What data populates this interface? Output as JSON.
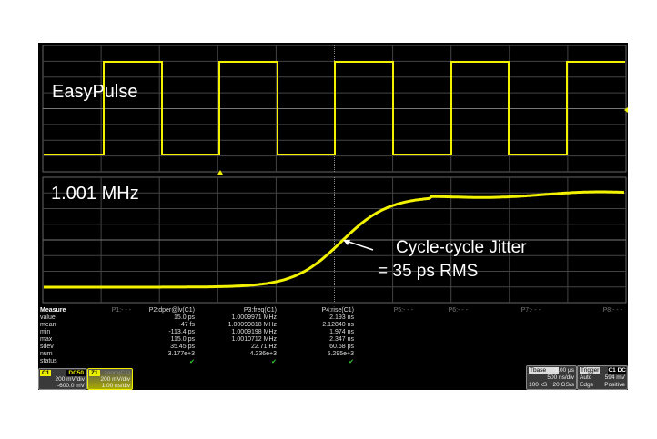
{
  "annotations": {
    "top_label": "EasyPulse",
    "bottom_label": "1.001 MHz",
    "jitter_line1": "Cycle-cycle Jitter",
    "jitter_line2": "= 35 ps RMS"
  },
  "colors": {
    "trace": "#f2f200",
    "grid": "#444444",
    "background": "#000000"
  },
  "measure": {
    "header": "Measure",
    "row_labels": [
      "value",
      "mean",
      "min",
      "max",
      "sdev",
      "num",
      "status"
    ],
    "params": [
      {
        "name": "P1:- - -",
        "values": []
      },
      {
        "name": "P2:dper@lv(C1)",
        "values": [
          "15.0 ps",
          "-47 fs",
          "-113.4 ps",
          "115.0 ps",
          "35.45 ps",
          "3.177e+3",
          "✔"
        ]
      },
      {
        "name": "P3:freq(C1)",
        "values": [
          "1.0009971 MHz",
          "1.00099818 MHz",
          "1.0009198 MHz",
          "1.0010712 MHz",
          "22.71 Hz",
          "4.236e+3",
          "✔"
        ]
      },
      {
        "name": "P4:rise(C1)",
        "values": [
          "2.193 ns",
          "2.12840 ns",
          "1.974 ns",
          "2.347 ns",
          "60.68 ps",
          "5.295e+3",
          "✔"
        ]
      },
      {
        "name": "P5:- - -"
      },
      {
        "name": "P6:- - -"
      },
      {
        "name": "P7:- - -"
      },
      {
        "name": "P8:- - -"
      }
    ]
  },
  "channel": {
    "tag": "C1",
    "coupling": "DC50",
    "scale": "200 mV/div",
    "offset": "-600.0 mV"
  },
  "zoom": {
    "tag": "Z1",
    "source": "zoom(C1)",
    "scale": "200 mV/div",
    "timebase": "1.00 ns/div"
  },
  "timebase": {
    "label": "Tbase",
    "delay": "-1.00 µs",
    "scale": "500 ns/div",
    "samples": "100 kS",
    "rate": "20 GS/s"
  },
  "trigger": {
    "label": "Trigger",
    "source": "C1 DC",
    "mode": "Auto",
    "level": "594 mV",
    "type": "Edge",
    "slope": "Positive"
  }
}
